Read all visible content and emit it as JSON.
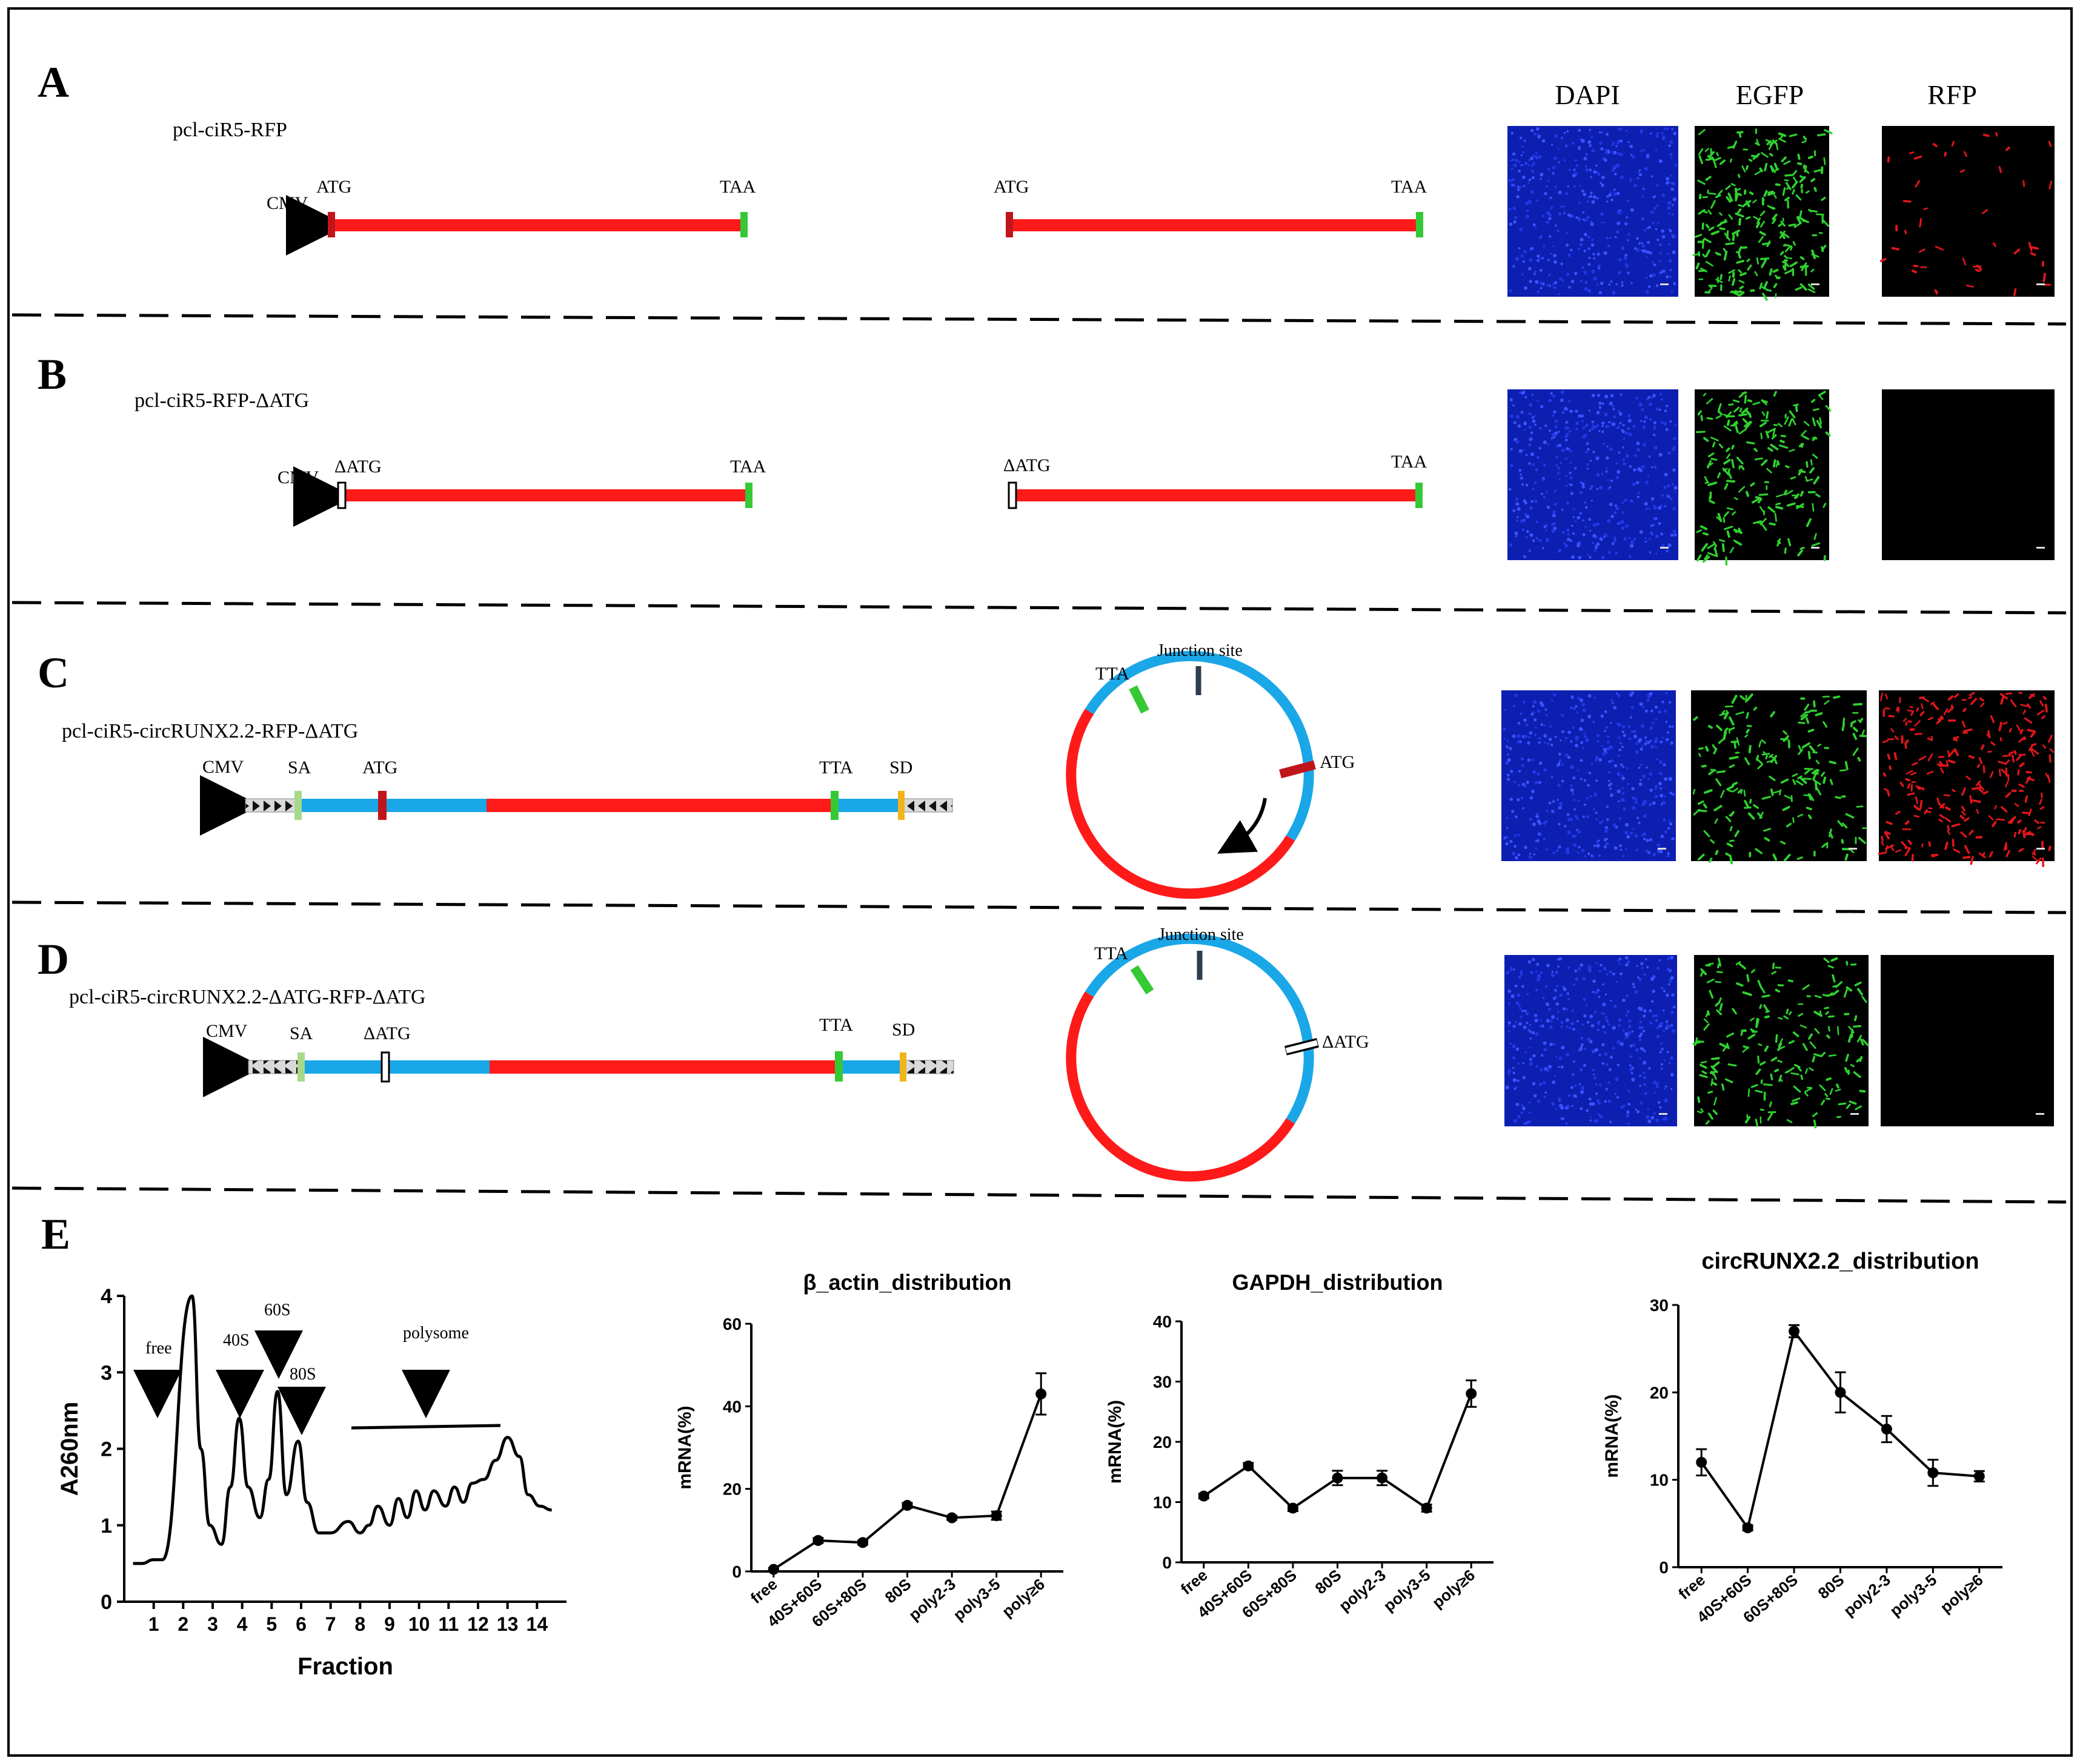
{
  "panels": {
    "A": {
      "letter": "A",
      "construct": "pcl-ciR5-RFP",
      "labels": {
        "cmv": "CMV",
        "start1": "ATG",
        "stop1": "TAA",
        "start2": "ATG",
        "stop2": "TAA"
      }
    },
    "B": {
      "letter": "B",
      "construct": "pcl-ciR5-RFP-ΔATG",
      "labels": {
        "cmv": "CMV",
        "start1": "ΔATG",
        "stop1": "TAA",
        "start2": "ΔATG",
        "stop2": "TAA"
      }
    },
    "C": {
      "letter": "C",
      "construct": "pcl-ciR5-circRUNX2.2-RFP-ΔATG",
      "labels": {
        "cmv": "CMV",
        "sa": "SA",
        "start": "ATG",
        "stop": "TTA",
        "sd": "SD"
      },
      "circle": {
        "stop": "TTA",
        "junction": "Junction site",
        "start": "ATG"
      }
    },
    "D": {
      "letter": "D",
      "construct": "pcl-ciR5-circRUNX2.2-ΔATG-RFP-ΔATG",
      "labels": {
        "cmv": "CMV",
        "sa": "SA",
        "start": "ΔATG",
        "stop": "TTA",
        "sd": "SD"
      },
      "circle": {
        "stop": "TTA",
        "junction": "Junction site",
        "start": "ΔATG"
      }
    },
    "E": {
      "letter": "E"
    }
  },
  "microscopy": {
    "headers": [
      "DAPI",
      "EGFP",
      "RFP"
    ],
    "colors": {
      "DAPI": "#1a2fd6",
      "EGFP": "#2fd12f",
      "RFP": "#e0161b"
    },
    "rfp_signal": {
      "A": "sparse",
      "B": "none",
      "C": "dense",
      "D": "none"
    }
  },
  "colors": {
    "rfp_bar": "#ff1a1a",
    "runx_bar": "#1aa7e8",
    "stop": "#35c935",
    "start": "#c0151b",
    "sa": "#a7d98a",
    "sd": "#f0b41c"
  },
  "chart_data": [
    {
      "type": "line",
      "title": "",
      "xlabel": "Fraction",
      "ylabel": "A260nm",
      "xlim": [
        0,
        15
      ],
      "ylim": [
        0,
        4
      ],
      "xticks": [
        1,
        2,
        3,
        4,
        5,
        6,
        7,
        8,
        9,
        10,
        11,
        12,
        13,
        14
      ],
      "yticks": [
        0,
        1,
        2,
        3,
        4
      ],
      "annotations": [
        "free",
        "40S",
        "60S",
        "80S",
        "polysome"
      ],
      "series": [
        {
          "x": [
            0.3,
            0.6,
            1.0,
            1.3,
            2.3,
            2.6,
            2.9,
            3.3,
            3.6,
            3.9,
            4.2,
            4.6,
            4.9,
            5.2,
            5.5,
            5.9,
            6.2,
            6.6,
            7.0,
            7.6,
            8.0,
            8.3,
            8.6,
            9.0,
            9.3,
            9.6,
            9.9,
            10.2,
            10.5,
            10.9,
            11.2,
            11.5,
            11.8,
            12.2,
            12.6,
            13.0,
            13.4,
            13.7,
            14.1,
            14.5
          ],
          "y": [
            0.5,
            0.5,
            0.55,
            0.55,
            4.0,
            2.0,
            1.0,
            0.75,
            1.5,
            2.4,
            1.5,
            1.1,
            1.6,
            2.75,
            1.4,
            2.1,
            1.3,
            0.9,
            0.9,
            1.05,
            0.9,
            1.0,
            1.25,
            1.0,
            1.35,
            1.1,
            1.45,
            1.2,
            1.45,
            1.25,
            1.5,
            1.3,
            1.55,
            1.6,
            1.85,
            2.15,
            1.9,
            1.4,
            1.25,
            1.2
          ]
        }
      ]
    },
    {
      "type": "line",
      "title": "β_actin_distribution",
      "xlabel": "",
      "ylabel": "mRNA(%)",
      "categories": [
        "free",
        "40S+60S",
        "60S+80S",
        "80S",
        "poly2-3",
        "poly3-5",
        "poly≥6"
      ],
      "values": [
        0.5,
        7.5,
        7,
        16,
        13,
        13.5,
        43
      ],
      "errors": [
        0.3,
        0.6,
        0.5,
        0.6,
        0.5,
        1.0,
        5
      ],
      "ylim": [
        0,
        60
      ],
      "yticks": [
        0,
        20,
        40,
        60
      ]
    },
    {
      "type": "line",
      "title": "GAPDH_distribution",
      "xlabel": "",
      "ylabel": "mRNA(%)",
      "categories": [
        "free",
        "40S+60S",
        "60S+80S",
        "80S",
        "poly2-3",
        "poly3-5",
        "poly≥6"
      ],
      "values": [
        11,
        16,
        9,
        14,
        14,
        9,
        28
      ],
      "errors": [
        0.4,
        0.5,
        0.5,
        1.2,
        1.2,
        0.6,
        2.2
      ],
      "ylim": [
        0,
        40
      ],
      "yticks": [
        0,
        10,
        20,
        30,
        40
      ]
    },
    {
      "type": "line",
      "title": "circRUNX2.2_distribution",
      "xlabel": "",
      "ylabel": "mRNA(%)",
      "categories": [
        "free",
        "40S+60S",
        "60S+80S",
        "80S",
        "poly2-3",
        "poly3-5",
        "poly≥6"
      ],
      "values": [
        12,
        4.5,
        27,
        20,
        15.8,
        10.8,
        10.4
      ],
      "errors": [
        1.5,
        0.3,
        0.7,
        2.3,
        1.5,
        1.5,
        0.6
      ],
      "ylim": [
        0,
        30
      ],
      "yticks": [
        0,
        10,
        20,
        30
      ]
    }
  ]
}
